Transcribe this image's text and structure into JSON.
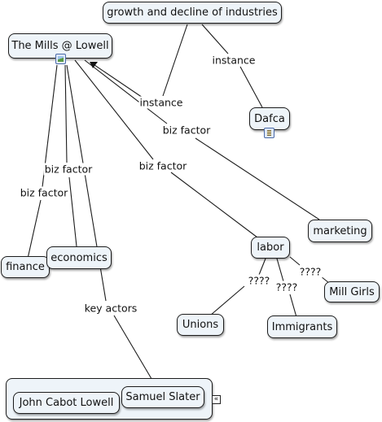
{
  "nodes": {
    "growth": "growth and decline of industries",
    "mills": "The Mills @ Lowell",
    "dafca": "Dafca",
    "marketing": "marketing",
    "labor": "labor",
    "mill_girls": "Mill Girls",
    "finance": "finance",
    "economics": "economics",
    "unions": "Unions",
    "immigrants": "Immigrants",
    "john_cabot_lowell": "John Cabot Lowell",
    "samuel_slater": "Samuel Slater"
  },
  "links": {
    "instance_mills": "instance",
    "instance_dafca": "instance",
    "biz_factor_marketing": "biz factor",
    "biz_factor_labor": "biz factor",
    "biz_factor_economics": "biz factor",
    "biz_factor_finance": "biz factor",
    "key_actors": "key actors",
    "q_unions": "????",
    "q_immigrants": "????",
    "q_mill_girls": "????"
  },
  "icons": {
    "mills": "image-icon",
    "dafca": "document-icon",
    "group": "collapse-icon"
  },
  "colors": {
    "node_fill": "#eef4f9",
    "node_border": "#1c1c1c",
    "line": "#1c1c1c"
  }
}
